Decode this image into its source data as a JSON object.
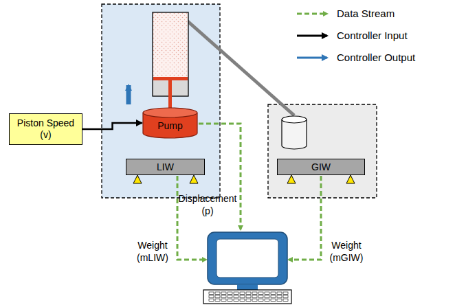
{
  "diagram": {
    "nodes": [
      {
        "text": [
          "Piston Speed (v)"
        ]
      },
      {
        "text": [
          "Pump"
        ]
      },
      {
        "text": [
          "LIW"
        ]
      },
      {
        "text": [
          "GIW"
        ]
      }
    ],
    "edges": [
      {
        "from": 0,
        "to": 1,
        "arrow": "to"
      }
    ],
    "labels": [
      "Displacement (p)",
      "Weight (mLIW)",
      "Weight (mGIW)"
    ],
    "legend": [
      {
        "text": "Data Stream"
      },
      {
        "text": "Controller Input"
      },
      {
        "text": "Controller Output"
      }
    ]
  }
}
